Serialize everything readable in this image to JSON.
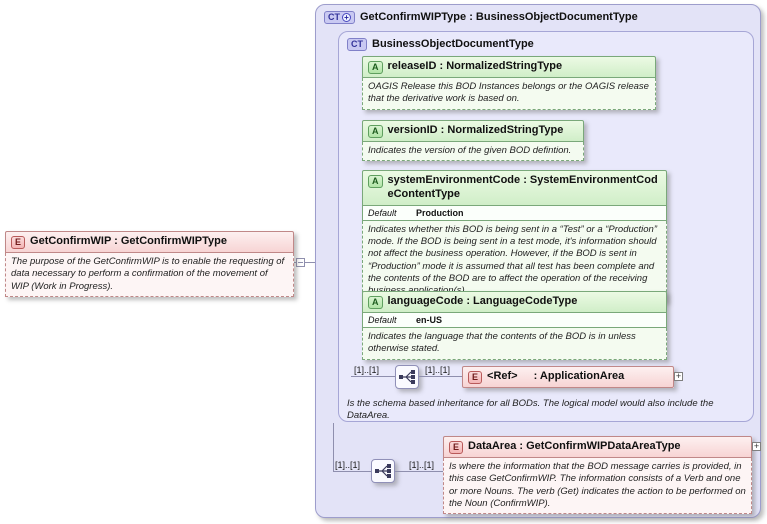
{
  "root": {
    "badge": "E",
    "title": "GetConfirmWIP : GetConfirmWIPType",
    "annotation": "The purpose of the GetConfirmWIP is to enable the requesting of data necessary to perform a confirmation of the movement of WIP (Work in Progress)."
  },
  "outer": {
    "badge": "CT",
    "badge_plus": "+",
    "title": "GetConfirmWIPType : BusinessObjectDocumentType"
  },
  "inner": {
    "badge": "CT",
    "title": "BusinessObjectDocumentType",
    "annotation": "Is the schema based inheritance for all BODs. The logical model would also include the DataArea."
  },
  "attrs": [
    {
      "badge": "A",
      "title": "releaseID : NormalizedStringType",
      "annotation": "OAGIS Release this BOD Instances belongs or the OAGIS release that the derivative work is based on."
    },
    {
      "badge": "A",
      "title": "versionID : NormalizedStringType",
      "annotation": "Indicates the version of the given BOD defintion."
    },
    {
      "badge": "A",
      "title": "systemEnvironmentCode : SystemEnvironmentCodeContentType",
      "default_label": "Default",
      "default_value": "Production",
      "annotation": "Indicates whether this BOD is being sent in a “Test” or a “Production” mode. If the BOD is being sent in a test mode, it's information should not affect the business operation. However, if the BOD is sent in “Production” mode it is assumed that all test has been complete and the contents of the BOD are to affect the operation of the receiving business application(s)."
    },
    {
      "badge": "A",
      "title": "languageCode : LanguageCodeType",
      "default_label": "Default",
      "default_value": "en-US",
      "annotation": "Indicates the language that the contents of the BOD is in unless otherwise stated."
    }
  ],
  "seq_top": {
    "left_card": "[1]..[1]",
    "right_card": "[1]..[1]"
  },
  "seq_bottom": {
    "left_card": "[1]..[1]",
    "right_card": "[1]..[1]"
  },
  "ref": {
    "badge": "E",
    "name": "<Ref>",
    "type": ": ApplicationArea",
    "expand": "+"
  },
  "dataarea": {
    "badge": "E",
    "title": "DataArea : GetConfirmWIPDataAreaType",
    "expand": "+",
    "annotation": "Is where the information that the BOD message carries is provided, in this case GetConfirmWIP. The information consists of a Verb and one or more Nouns. The verb (Get) indicates the action to be performed on the Noun (ConfirmWIP)."
  }
}
